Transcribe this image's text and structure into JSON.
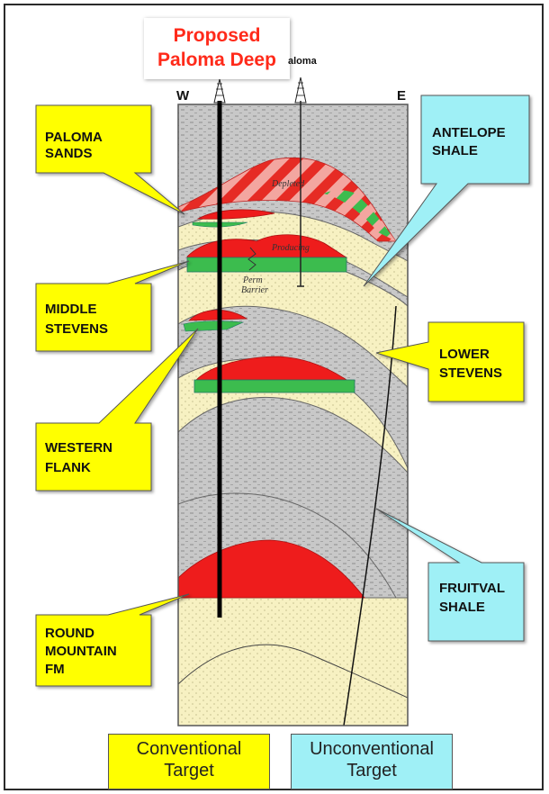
{
  "well": {
    "proposed_line1": "Proposed",
    "proposed_line2": "Paloma Deep",
    "existing_label": "aloma"
  },
  "directions": {
    "west": "W",
    "east": "E"
  },
  "layer_labels": {
    "depleted": "Depleted",
    "producing": "Producing",
    "perm_barrier_1": "Perm",
    "perm_barrier_2": "Barrier"
  },
  "callouts": {
    "paloma_sands": [
      "PALOMA",
      "SANDS"
    ],
    "middle_stevens": [
      "MIDDLE",
      "STEVENS"
    ],
    "western_flank": [
      "WESTERN",
      "FLANK"
    ],
    "round_mountain": [
      "ROUND",
      "MOUNTAIN",
      "FM"
    ],
    "antelope_shale": [
      "ANTELOPE",
      "SHALE"
    ],
    "lower_stevens": [
      "LOWER",
      "STEVENS"
    ],
    "fruitvale_shale": [
      "FRUITVAL",
      "SHALE"
    ]
  },
  "legend": {
    "conventional": [
      "Conventional",
      "Target"
    ],
    "unconventional": [
      "Unconventional",
      "Target"
    ]
  },
  "colors": {
    "shale": "#c8c8c8",
    "sand": "#f7f1c2",
    "oil": "#ee1c1c",
    "water": "#3cbc4e",
    "depleted_pink": "#f3a6a0",
    "callout_yellow": "#ffff00",
    "callout_cyan": "#9ff0f6",
    "proposed_red": "#ff2a1a"
  }
}
